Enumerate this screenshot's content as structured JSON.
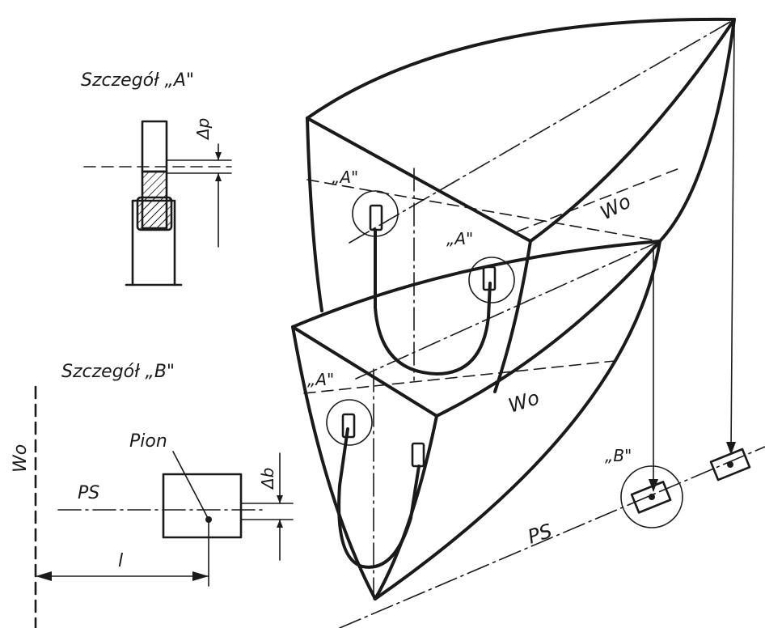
{
  "detail_a": {
    "title": "Szczegół „A\"",
    "dim_label": "Δp"
  },
  "detail_b": {
    "title": "Szczegół „B\"",
    "wo_label": "Wo",
    "ps_label": "PS",
    "pion_label": "Pion",
    "dim_label": "Δb",
    "l_label": "l"
  },
  "main_view": {
    "marker_a_1": "„A\"",
    "marker_a_2": "„A\"",
    "marker_a_3": "„A\"",
    "marker_b": "„B\"",
    "wo_upper": "Wo",
    "wo_lower": "Wo",
    "ps_label": "PS"
  },
  "colors": {
    "ink": "#1a1a1a",
    "paper": "#ffffff"
  }
}
